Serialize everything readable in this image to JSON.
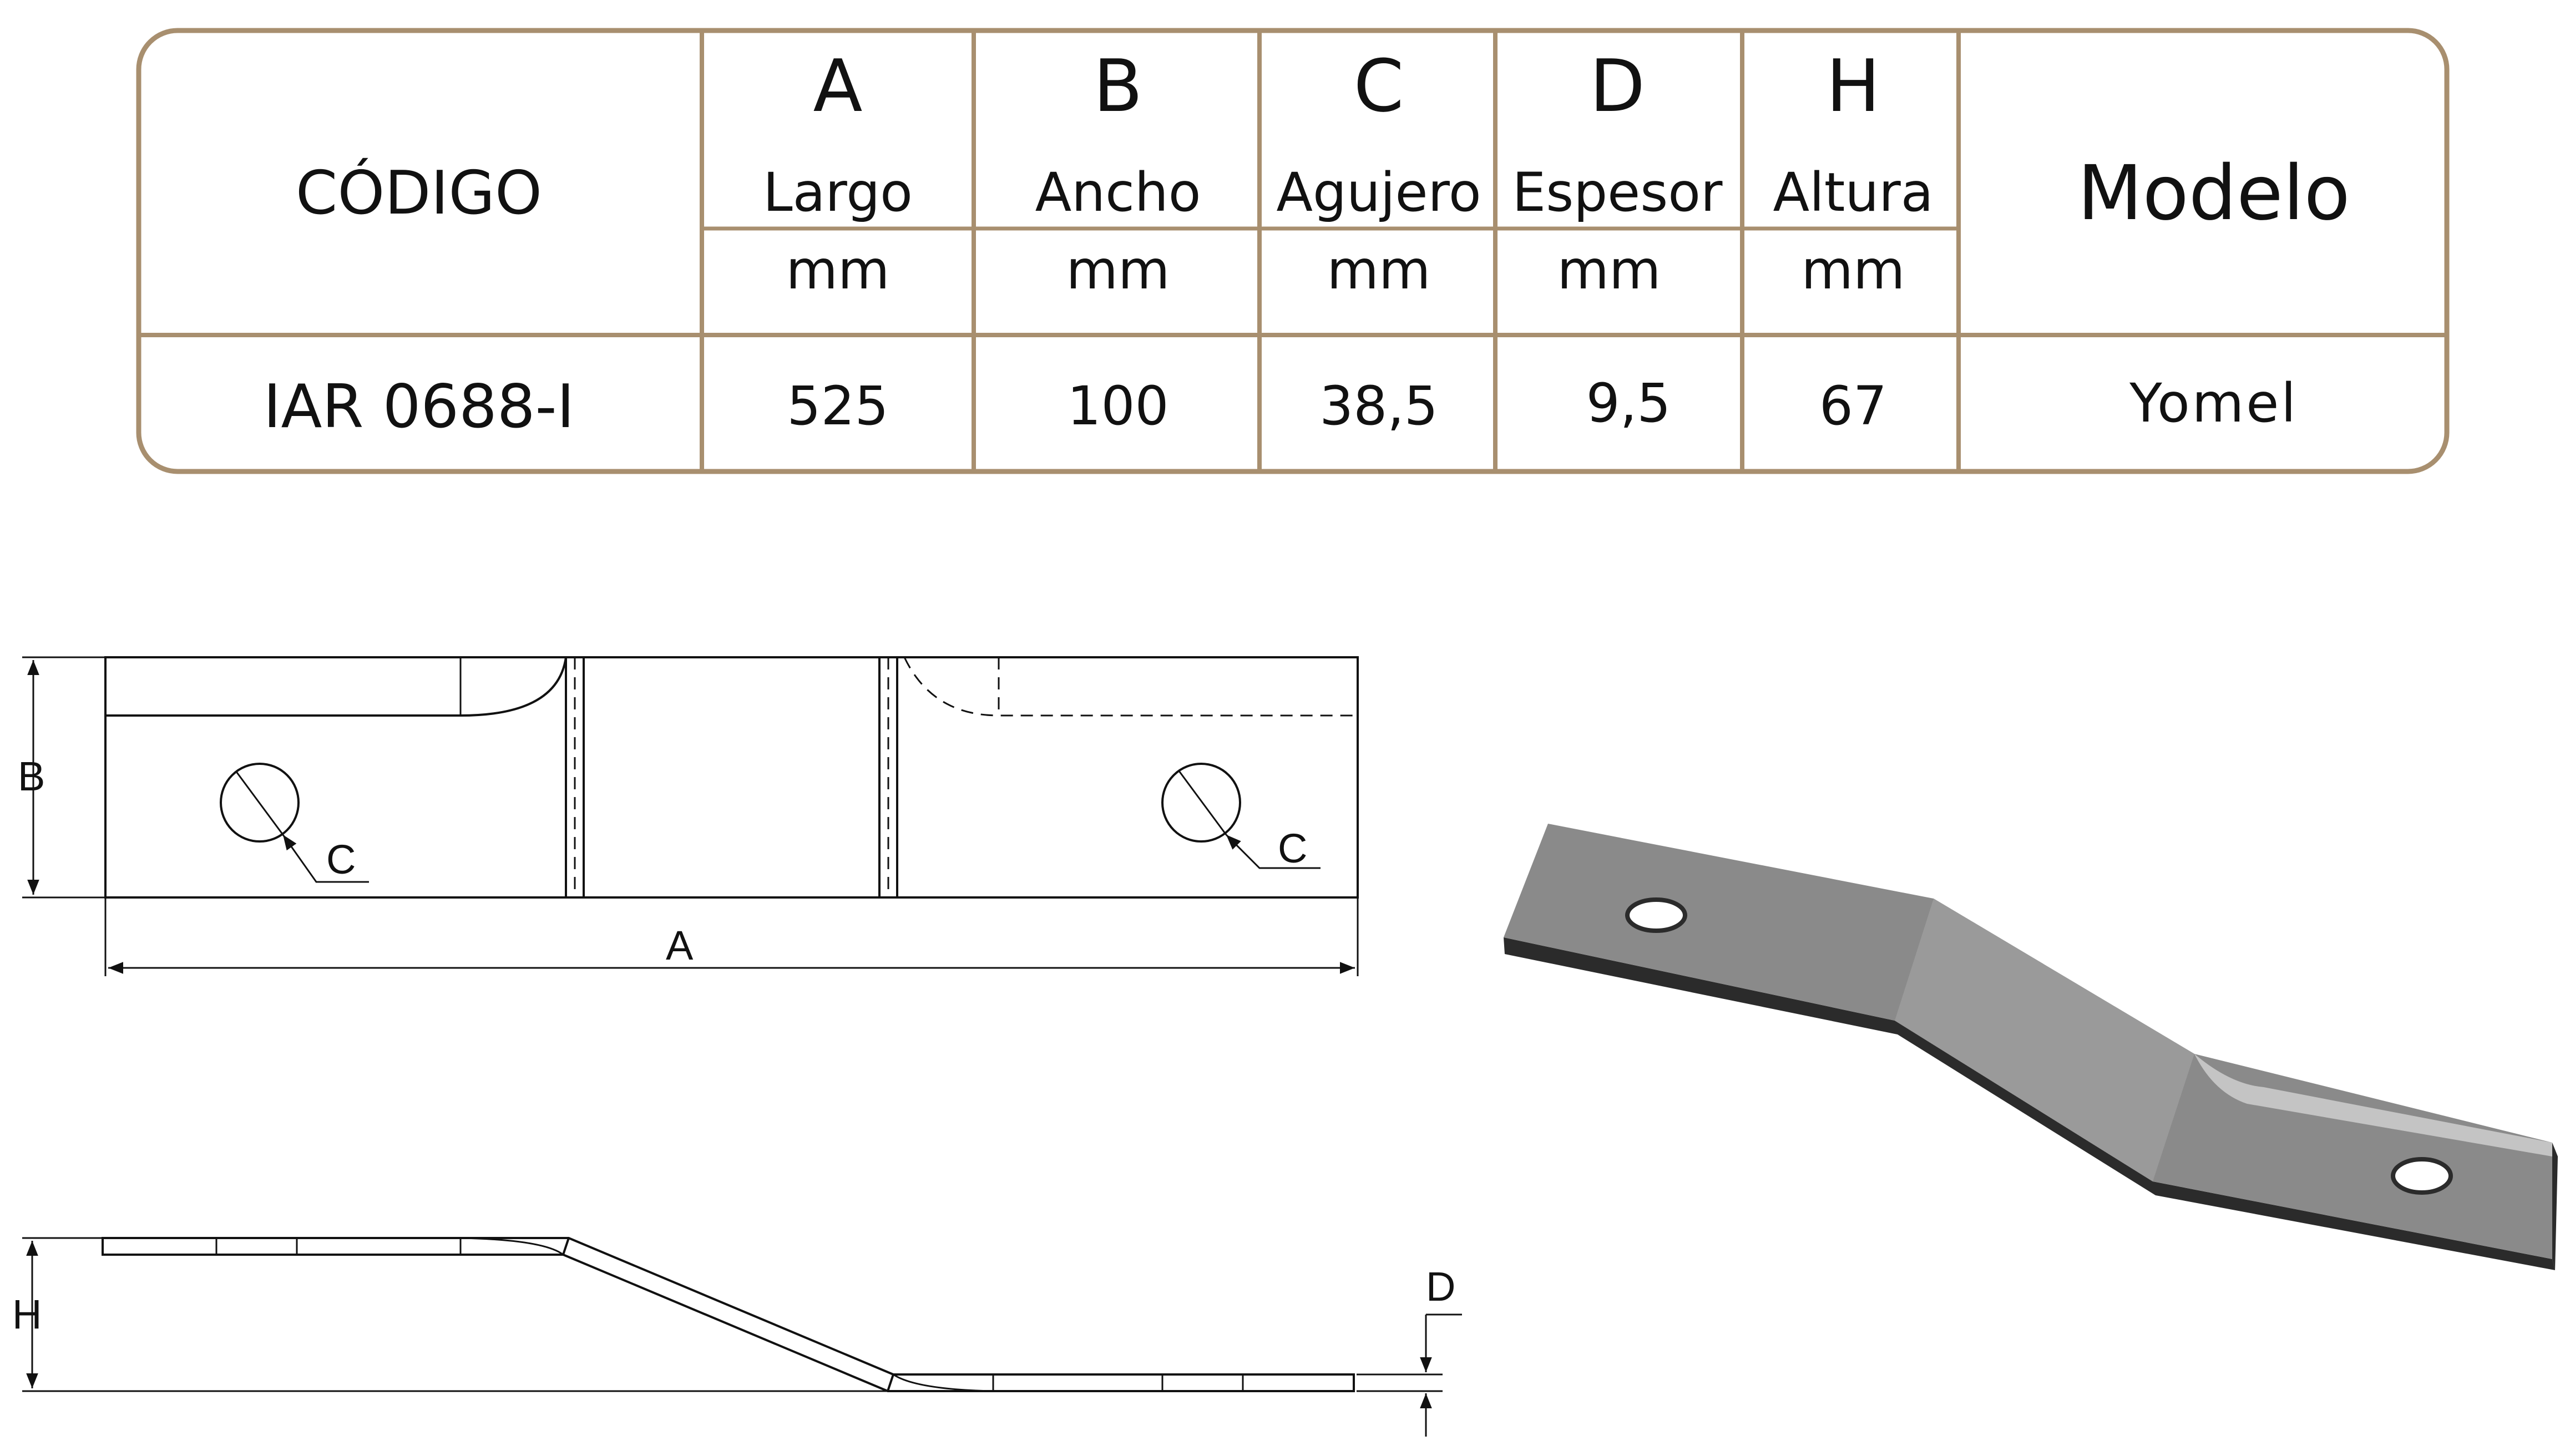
{
  "table": {
    "border_color": "#a88f6f",
    "header": {
      "codigo": "CÓDIGO",
      "modelo": "Modelo",
      "columns": [
        {
          "letter": "A",
          "name": "Largo",
          "unit": "mm"
        },
        {
          "letter": "B",
          "name": "Ancho",
          "unit": "mm"
        },
        {
          "letter": "C",
          "name": "Agujero",
          "unit": "mm"
        },
        {
          "letter": "D",
          "name": "Espesor",
          "unit": "mm"
        },
        {
          "letter": "H",
          "name": "Altura",
          "unit": "mm"
        }
      ]
    },
    "row": {
      "codigo": "IAR 0688-I",
      "values": [
        "525",
        "100",
        "38,5",
        "9,5",
        "67"
      ],
      "modelo": "Yomel"
    }
  },
  "drawing": {
    "top_view": {
      "length_label": "A",
      "width_label": "B",
      "hole_label_left": "C",
      "hole_label_right": "C"
    },
    "side_view": {
      "height_label": "H",
      "thickness_label": "D"
    },
    "render_color_top": "#8a8a8a",
    "render_color_edge": "#2b2b2b"
  }
}
